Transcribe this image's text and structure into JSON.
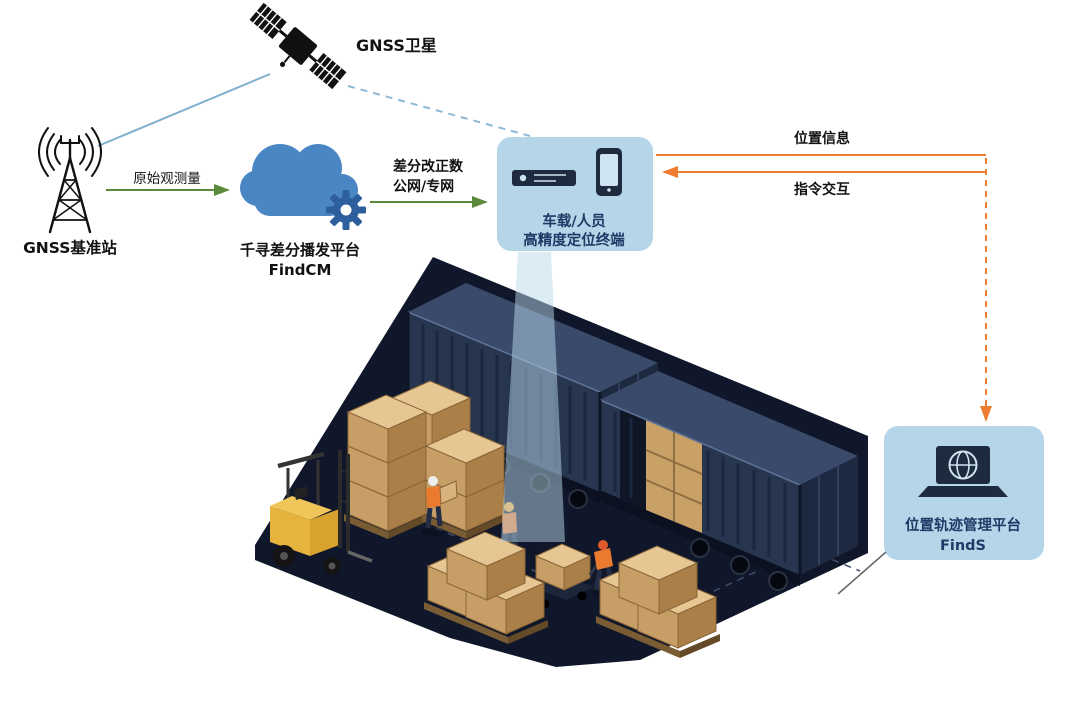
{
  "labels": {
    "satellite": "GNSS卫星",
    "base_station": "GNSS基准站",
    "raw_observation": "原始观测量",
    "cloud_line1": "千寻差分播发平台",
    "cloud_line2": "FindCM",
    "correction_line1": "差分改正数",
    "correction_line2": "公网/专网",
    "terminal_line1": "车载/人员",
    "terminal_line2": "高精度定位终端",
    "position_info": "位置信息",
    "command_interaction": "指令交互",
    "platform_line1": "位置轨迹管理平台",
    "platform_line2": "FindS"
  },
  "colors": {
    "arrow_green": "#5c8a3c",
    "arrow_orange": "#ed7d31",
    "link_blue": "#7fafcf",
    "panel_blue": "#b5d6e9",
    "cloud_blue": "#4a86c4",
    "gear_blue": "#2d5f9c",
    "navy_text": "#1e3a66",
    "scene_dark": "#10172b",
    "container_navy": "#27354f",
    "box_tan": "#c79e66",
    "forklift_yellow": "#e6b33c"
  },
  "icons": [
    "satellite-icon",
    "base-station-icon",
    "cloud-icon",
    "gear-icon",
    "receiver-icon",
    "smartphone-icon",
    "laptop-globe-icon"
  ]
}
